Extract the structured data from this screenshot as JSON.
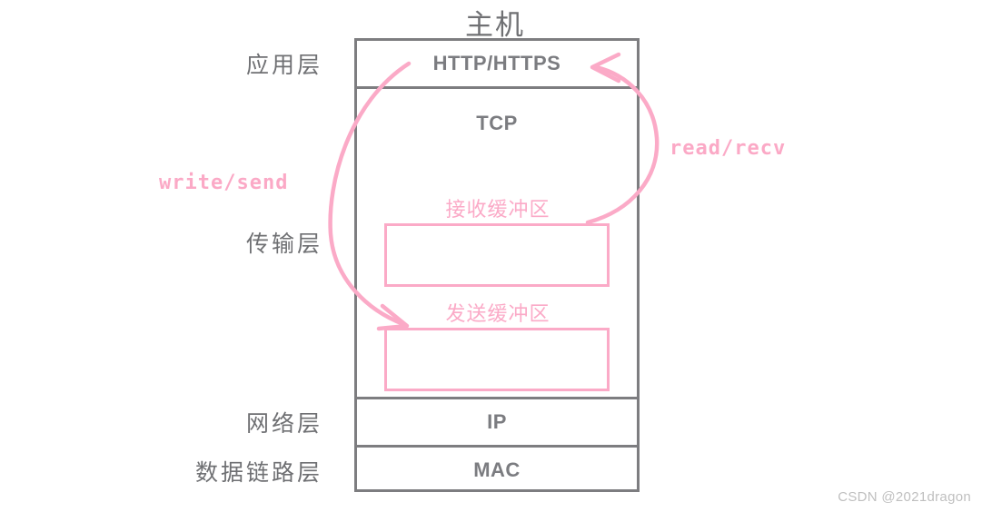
{
  "diagram": {
    "title": "主机",
    "watermark": "CSDN @2021dragon",
    "colors": {
      "box_stroke": "#7d7d80",
      "text_gray": "#7b7c80",
      "pink": "#fbaac7",
      "background": "#ffffff",
      "watermark": "#bfbfbf"
    }
  },
  "side_labels": {
    "application": "应用层",
    "transport": "传输层",
    "network": "网络层",
    "datalink": "数据链路层"
  },
  "layers": [
    {
      "key": "application",
      "protocol": "HTTP/HTTPS"
    },
    {
      "key": "transport",
      "protocol": "TCP"
    },
    {
      "key": "network",
      "protocol": "IP"
    },
    {
      "key": "datalink",
      "protocol": "MAC"
    }
  ],
  "transport_detail": {
    "protocol": "TCP",
    "buffers": [
      {
        "key": "receive",
        "caption": "接收缓冲区"
      },
      {
        "key": "send",
        "caption": "发送缓冲区"
      }
    ]
  },
  "api_labels": {
    "write_send": "write/send",
    "read_recv": "read/recv"
  },
  "arrows": [
    {
      "name": "write-send-arrow",
      "from": "HTTP/HTTPS",
      "to": "发送缓冲区",
      "label": "write/send",
      "direction": "down"
    },
    {
      "name": "read-recv-arrow",
      "from": "接收缓冲区",
      "to": "HTTP/HTTPS",
      "label": "read/recv",
      "direction": "up"
    }
  ]
}
